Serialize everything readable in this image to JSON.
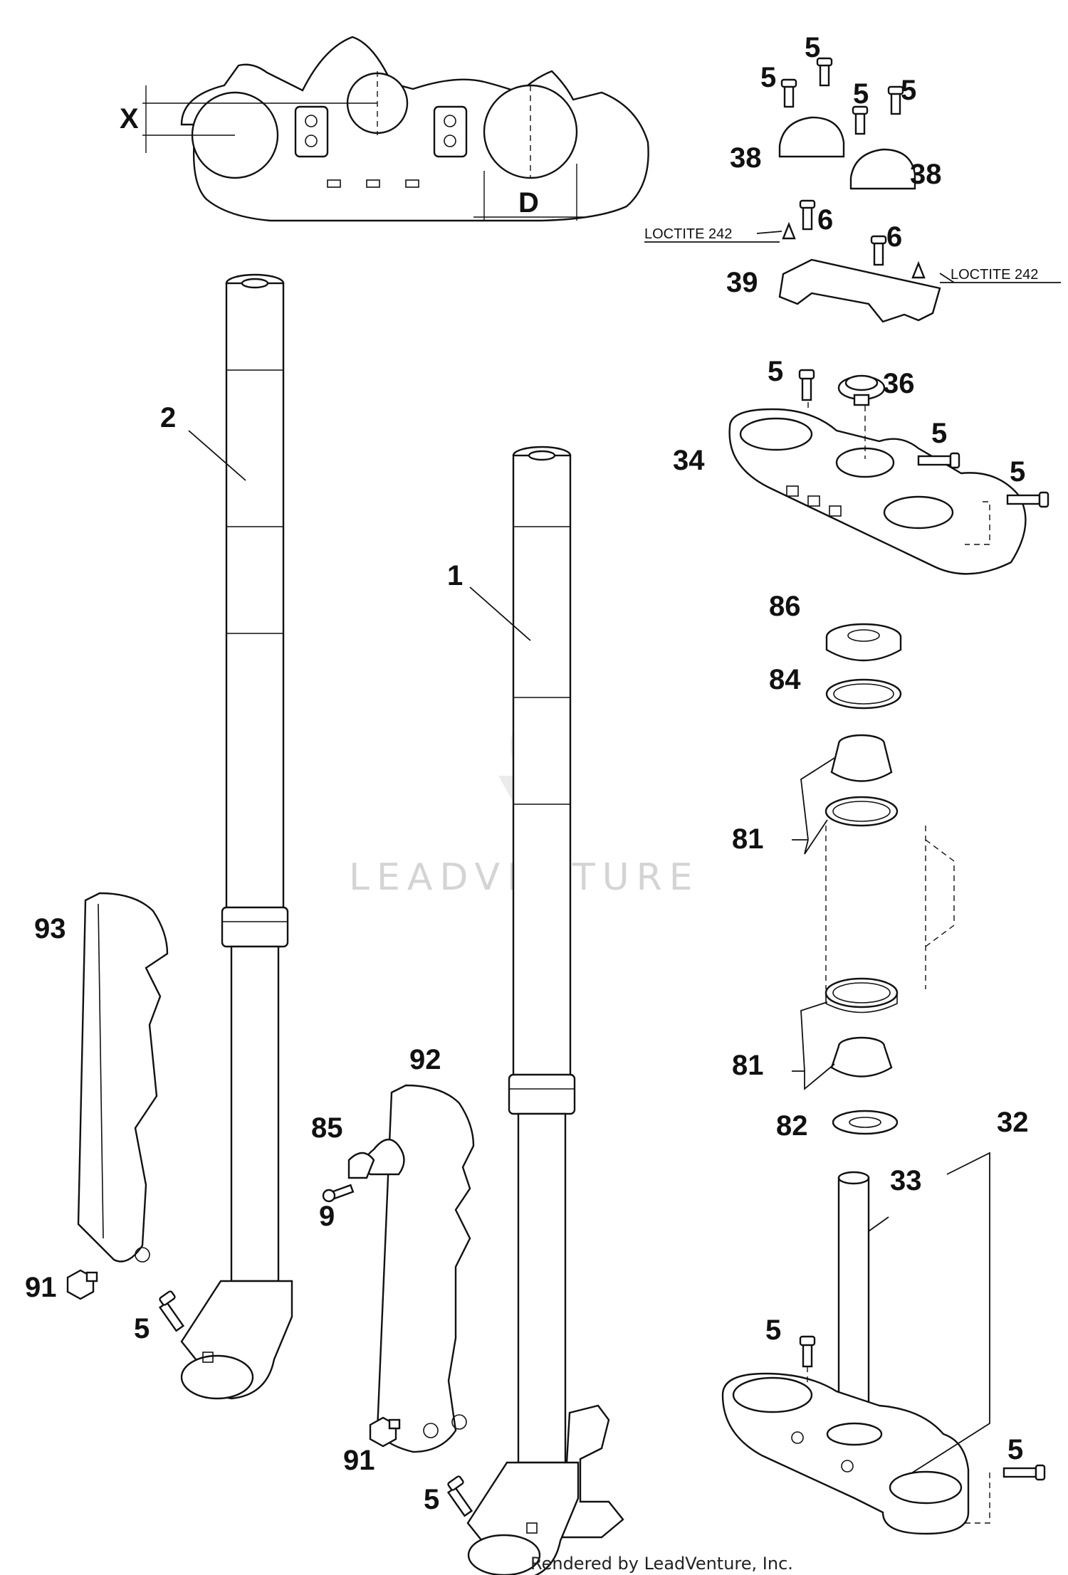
{
  "diagram": {
    "dimension_labels": {
      "x": "X",
      "d": "D"
    },
    "notes": {
      "loctite_left": "LOCTITE 242",
      "loctite_right": "LOCTITE 242"
    },
    "watermark": "LEADVENTURE",
    "footer": "Rendered by LeadVenture, Inc.",
    "callouts": {
      "c5_a": "5",
      "c5_b": "5",
      "c5_c": "5",
      "c5_d": "5",
      "c38_a": "38",
      "c38_b": "38",
      "c6_a": "6",
      "c6_b": "6",
      "c39": "39",
      "c5_e": "5",
      "c36": "36",
      "c34": "34",
      "c5_f": "5",
      "c5_g": "5",
      "c86": "86",
      "c84": "84",
      "c81_a": "81",
      "c81_b": "81",
      "c82": "82",
      "c32": "32",
      "c33": "33",
      "c5_h": "5",
      "c5_i": "5",
      "c2": "2",
      "c1": "1",
      "c93": "93",
      "c92": "92",
      "c85": "85",
      "c9": "9",
      "c91_a": "91",
      "c91_b": "91",
      "c5_j": "5",
      "c5_k": "5"
    }
  }
}
